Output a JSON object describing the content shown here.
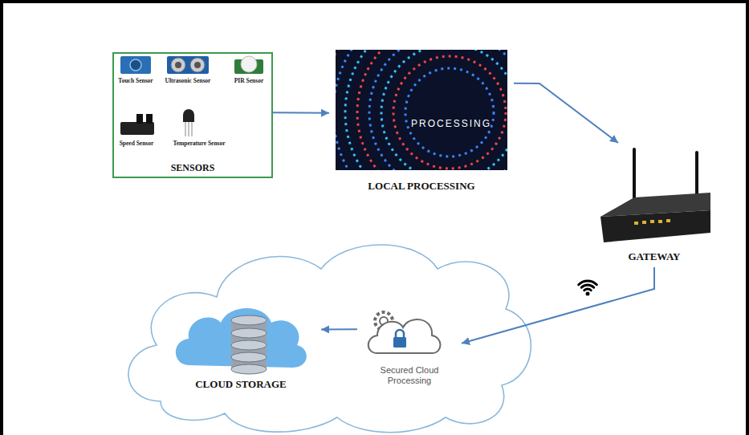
{
  "diagram": {
    "nodes": [
      {
        "text": [
          "SENSORS"
        ]
      },
      {
        "text": [
          "LOCAL PROCESSING"
        ]
      },
      {
        "text": [
          "GATEWAY"
        ]
      },
      {
        "text": [
          "Secured Cloud Processing"
        ]
      },
      {
        "text": [
          "CLOUD STORAGE"
        ]
      }
    ],
    "edges": [
      {
        "from": 0,
        "to": 1,
        "arrow": "to"
      },
      {
        "from": 1,
        "to": 2,
        "arrow": "to"
      },
      {
        "from": 2,
        "to": 3,
        "arrow": "to"
      },
      {
        "from": 3,
        "to": 4,
        "arrow": "to"
      }
    ],
    "labels": [
      "Touch Sensor",
      "Ultrasonic Sensor",
      "PIR Sensor",
      "Speed Sensor",
      "Temperature Sensor",
      "PROCESSING"
    ]
  }
}
